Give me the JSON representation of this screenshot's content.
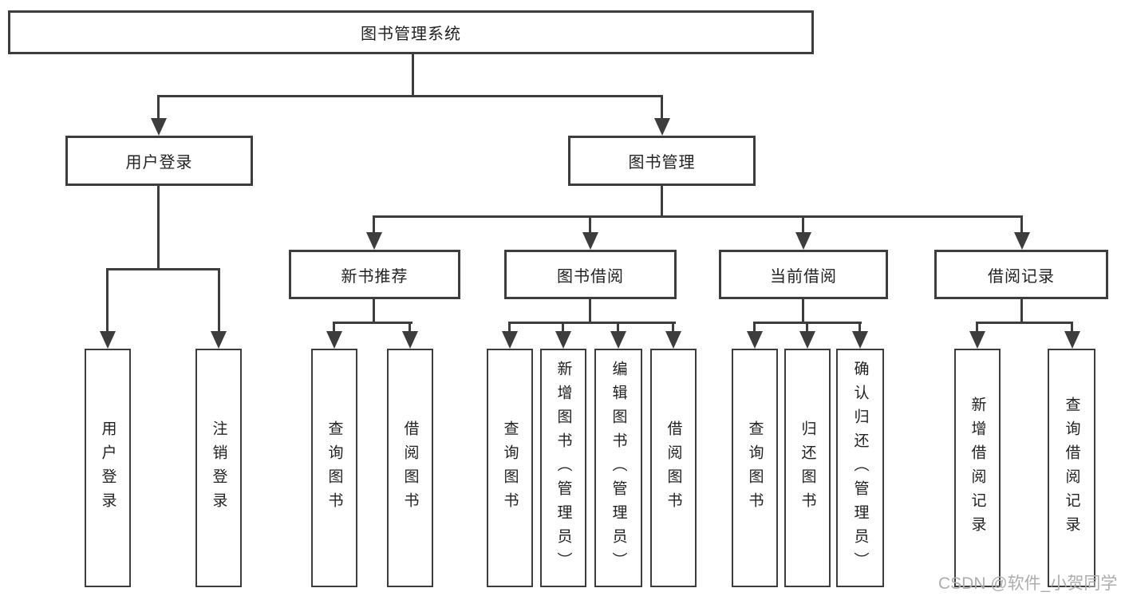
{
  "diagram_title": "图书管理系统",
  "watermark": "CSDN @软件_小贺同学",
  "colors": {
    "line": "#3d3d3d",
    "text": "#222222",
    "background": "#ffffff",
    "watermark": "#adadad"
  },
  "tree": {
    "root": {
      "label": "图书管理系统"
    },
    "children": [
      {
        "label": "用户登录",
        "children": [
          {
            "label": "用户登录"
          },
          {
            "label": "注销登录"
          }
        ]
      },
      {
        "label": "图书管理",
        "children": [
          {
            "label": "新书推荐",
            "children": [
              {
                "label": "查询图书"
              },
              {
                "label": "借阅图书"
              }
            ]
          },
          {
            "label": "图书借阅",
            "children": [
              {
                "label": "查询图书"
              },
              {
                "label": "新增图书（管理员）"
              },
              {
                "label": "编辑图书（管理员）"
              },
              {
                "label": "借阅图书"
              }
            ]
          },
          {
            "label": "当前借阅",
            "children": [
              {
                "label": "查询图书"
              },
              {
                "label": "归还图书"
              },
              {
                "label": "确认归还（管理员）"
              }
            ]
          },
          {
            "label": "借阅记录",
            "children": [
              {
                "label": "新增借阅记录"
              },
              {
                "label": "查询借阅记录"
              }
            ]
          }
        ]
      }
    ]
  }
}
